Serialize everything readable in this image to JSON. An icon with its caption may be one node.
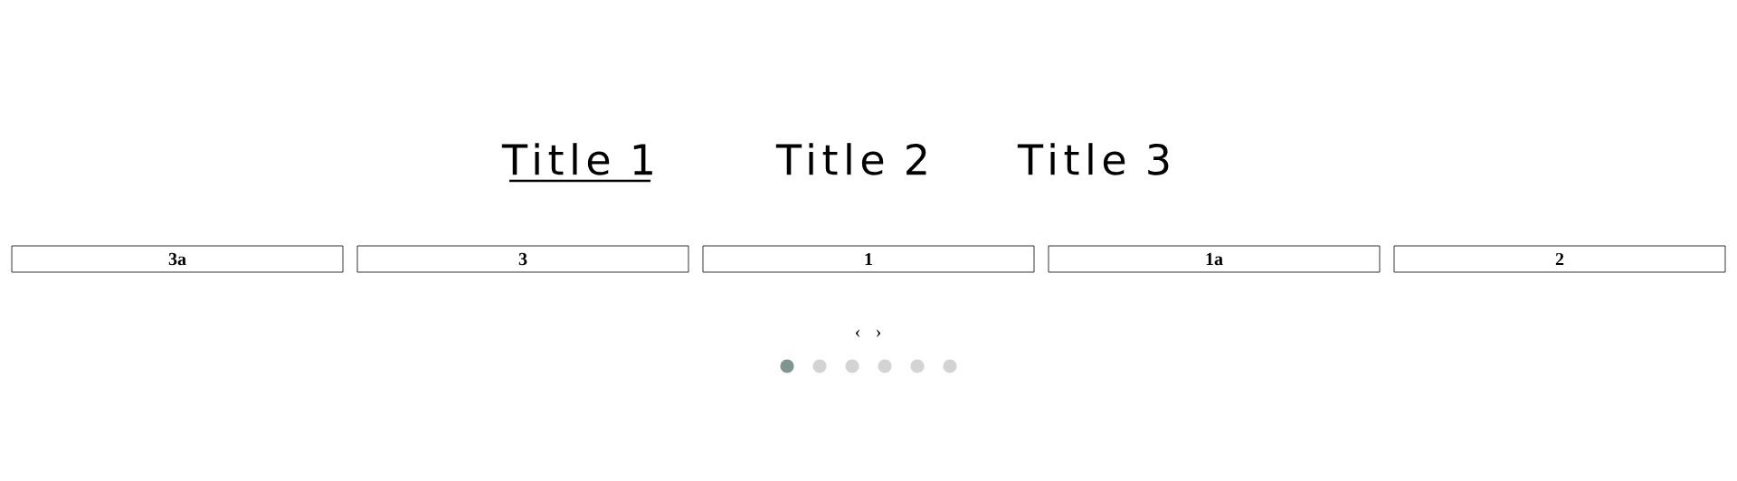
{
  "diagram": {
    "nodes": [
      {
        "text": [
          "3a"
        ]
      },
      {
        "text": [
          "3"
        ]
      },
      {
        "text": [
          "1"
        ]
      },
      {
        "text": [
          "1a"
        ]
      },
      {
        "text": [
          "2"
        ]
      }
    ],
    "labels": [
      "Title 1",
      "Title 2",
      "Title 3",
      "‹",
      "›"
    ]
  }
}
